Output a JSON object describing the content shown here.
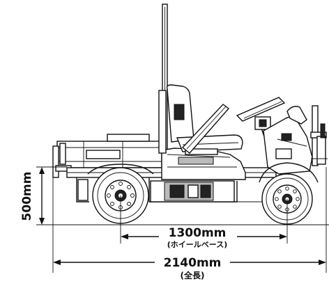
{
  "dimensions": {
    "height": {
      "label": "500mm"
    },
    "wheelbase": {
      "label": "1300mm",
      "sub_label": "(ホイールベース)"
    },
    "overall_length": {
      "label": "2140mm",
      "sub_label": "(全長)"
    }
  },
  "colors": {
    "line": "#111111",
    "background": "#ffffff"
  }
}
